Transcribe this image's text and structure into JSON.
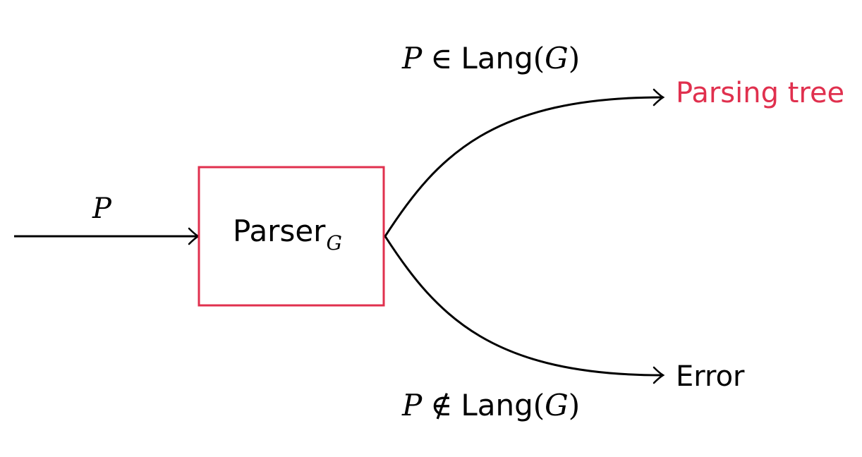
{
  "input": {
    "symbol": "P"
  },
  "parser": {
    "name": "Parser",
    "subscript": "G"
  },
  "conditions": {
    "accept": {
      "left": "P",
      "relation": "∈",
      "func": "Lang",
      "open": "(",
      "arg": "G",
      "close": ")"
    },
    "reject": {
      "left": "P",
      "relation": "∉",
      "func": "Lang",
      "open": "(",
      "arg": "G",
      "close": ")"
    }
  },
  "outputs": {
    "success": "Parsing tree",
    "failure": "Error"
  },
  "colors": {
    "accent": "#e0304e",
    "stroke": "#000000"
  }
}
